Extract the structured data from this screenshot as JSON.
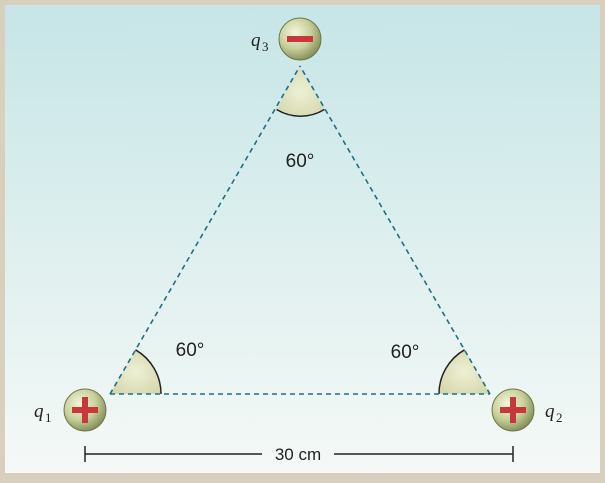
{
  "figure": {
    "charges": [
      {
        "id": "q1",
        "name": "q",
        "subscript": "1",
        "sign": "+"
      },
      {
        "id": "q2",
        "name": "q",
        "subscript": "2",
        "sign": "+"
      },
      {
        "id": "q3",
        "name": "q",
        "subscript": "3",
        "sign": "−"
      }
    ],
    "angles": {
      "top": "60°",
      "bottom_left": "60°",
      "bottom_right": "60°"
    },
    "distance_label": "30 cm",
    "colors": {
      "background_top": "#c8e6e8",
      "background_bottom": "#f4f8f6",
      "frame": "#d9cfbf",
      "triangle_dash": "#1f6f86",
      "angle_fill": "#e2e4c4",
      "charge_sign": "#c8373a",
      "charge_ball": "#b9c48a"
    }
  }
}
